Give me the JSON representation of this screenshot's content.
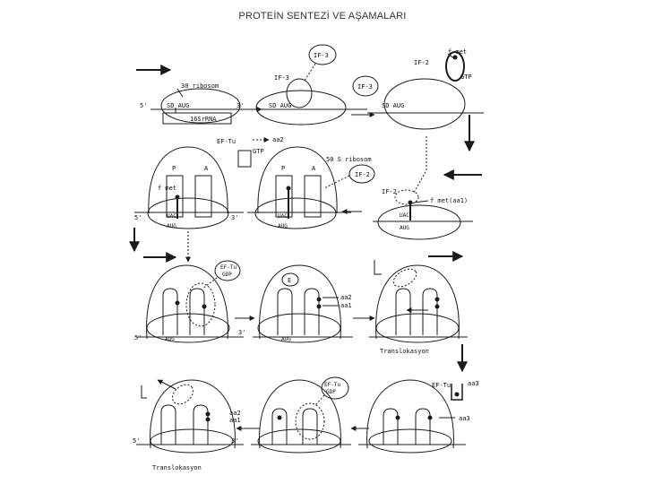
{
  "title": "PROTEİN SENTEZİ VE AŞAMALARI",
  "labels": {
    "ribosome_30": "30 ribosom",
    "ribosome_50": "50 S ribosom",
    "five_prime": "5'",
    "three_prime": "3'",
    "sd_aug": "SD AUG",
    "rrna_16s": "16SrRNA",
    "if3": "IF-3",
    "if2": "IF-2",
    "fmet": "f met",
    "fmet_aa1": "f met(aa1)",
    "gtp": "GTP",
    "gdp": "GDP",
    "ef_tu": "EF-Tu",
    "aa2": "aa2",
    "aa1": "aa1",
    "aa3": "aa3",
    "site_p": "P",
    "site_a": "A",
    "site_e": "E",
    "uac": "UAC",
    "aug": "AUG",
    "translocation": "Translokasyon"
  },
  "colors": {
    "ink": "#1a1a1a",
    "paper": "#ffffff"
  }
}
